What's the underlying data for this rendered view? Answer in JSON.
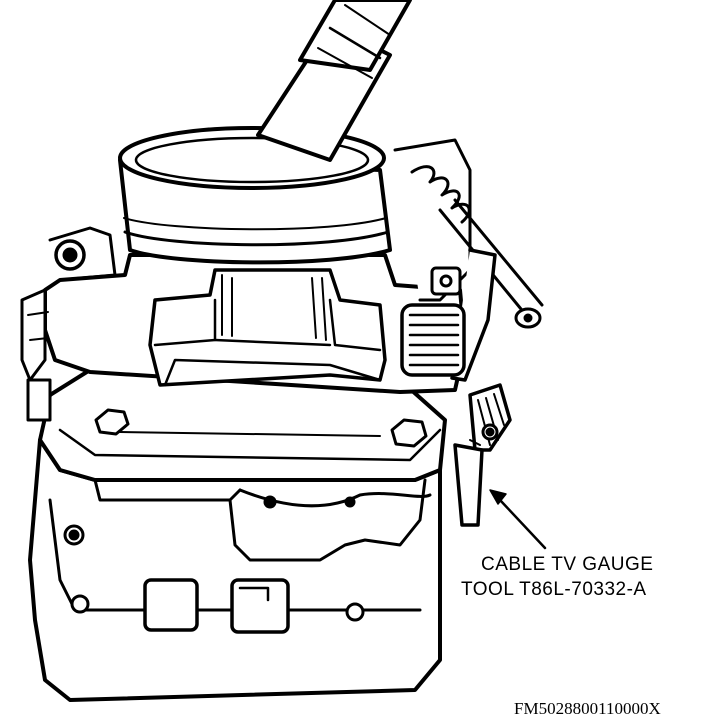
{
  "callout": {
    "line1": "CABLE TV GAUGE",
    "line2": "TOOL T86L-70332-A"
  },
  "figure_id": "FM5028800110000X",
  "colors": {
    "ink": "#000000",
    "paper": "#ffffff"
  }
}
